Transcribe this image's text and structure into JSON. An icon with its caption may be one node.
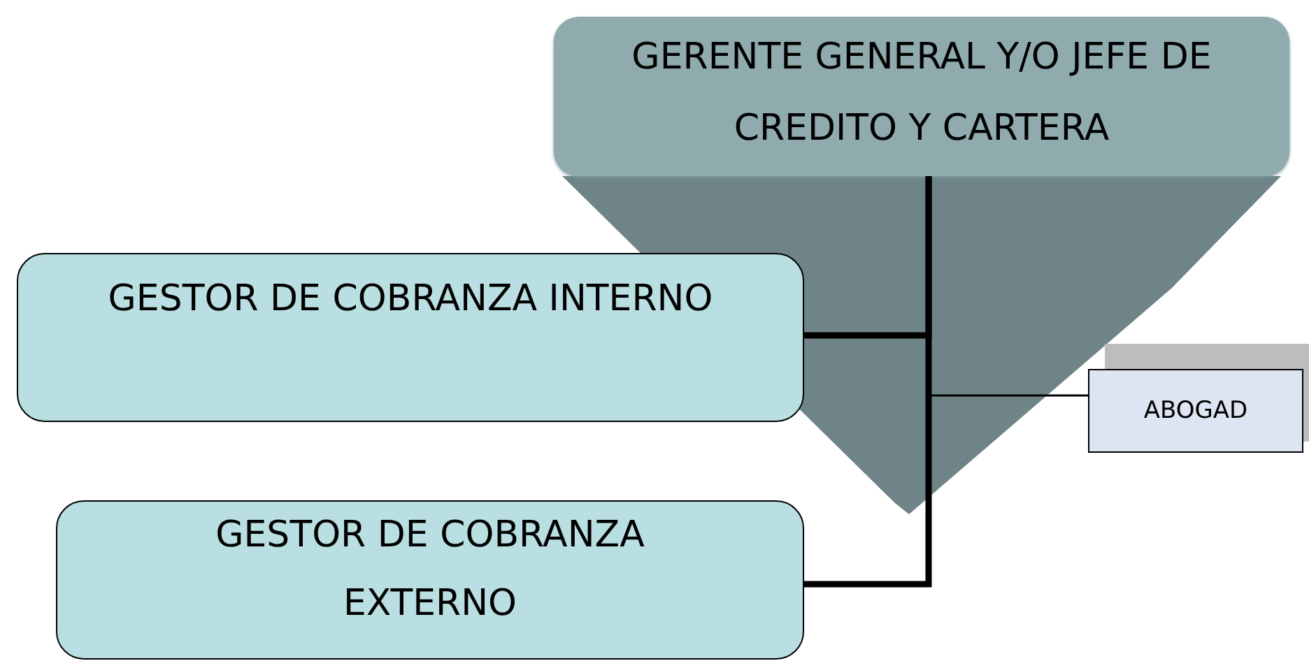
{
  "diagram": {
    "nodes": [
      {
        "text": [
          "GERENTE GENERAL Y/O JEFE DE CREDITO Y CARTERA"
        ]
      },
      {
        "text": [
          "GESTOR DE COBRANZA INTERNO"
        ]
      },
      {
        "text": [
          "ABOGAD"
        ]
      },
      {
        "text": [
          "GESTOR DE COBRANZA EXTERNO"
        ]
      }
    ],
    "edges": [
      {
        "from": 0,
        "to": 1,
        "arrow": "none"
      },
      {
        "from": 0,
        "to": 2,
        "arrow": "none"
      },
      {
        "from": 0,
        "to": 3,
        "arrow": "none"
      }
    ]
  }
}
